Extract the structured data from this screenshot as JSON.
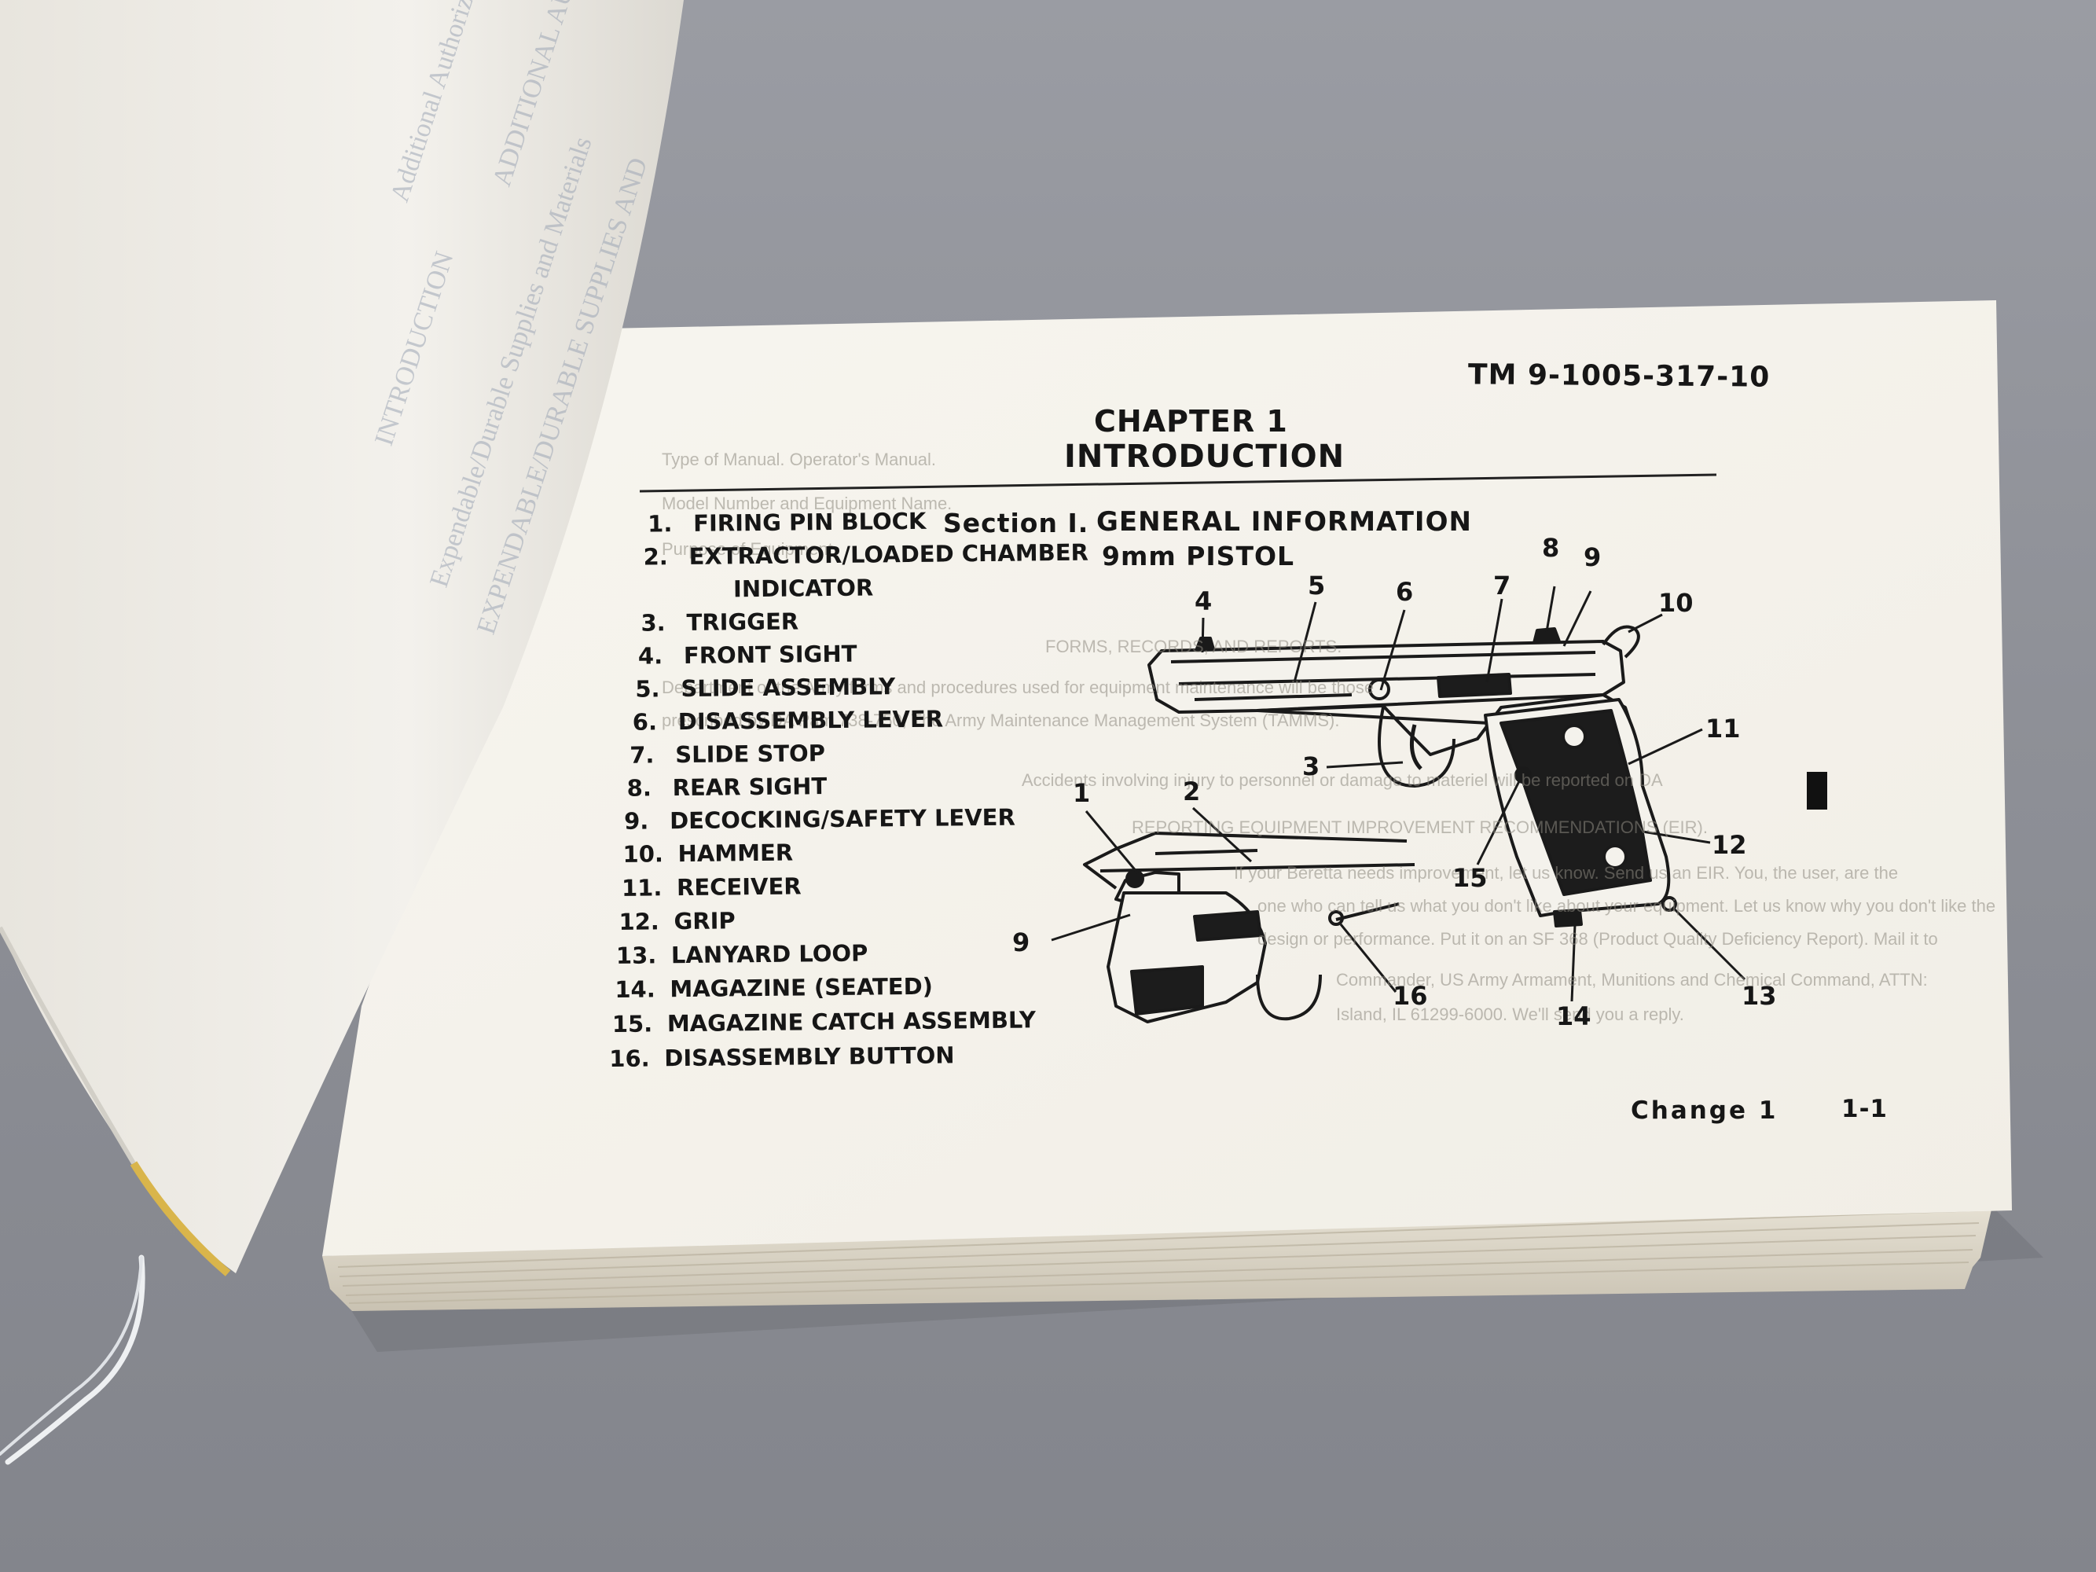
{
  "manual": {
    "doc_id": "TM 9-1005-317-10",
    "chapter": "CHAPTER 1",
    "chapter_title": "INTRODUCTION",
    "section_label": "Section I.",
    "section_title": "GENERAL INFORMATION",
    "weapon_title": "9mm PISTOL",
    "footer_change": "Change 1",
    "footer_page": "1-1"
  },
  "parts": [
    {
      "num": "1.",
      "name": "FIRING PIN BLOCK"
    },
    {
      "num": "2.",
      "name": "EXTRACTOR/LOADED CHAMBER"
    },
    {
      "num": "",
      "name": "INDICATOR"
    },
    {
      "num": "3.",
      "name": "TRIGGER"
    },
    {
      "num": "4.",
      "name": "FRONT SIGHT"
    },
    {
      "num": "5.",
      "name": "SLIDE ASSEMBLY"
    },
    {
      "num": "6.",
      "name": "DISASSEMBLY LEVER"
    },
    {
      "num": "7.",
      "name": "SLIDE STOP"
    },
    {
      "num": "8.",
      "name": "REAR SIGHT"
    },
    {
      "num": "9.",
      "name": "DECOCKING/SAFETY LEVER"
    },
    {
      "num": "10.",
      "name": "HAMMER"
    },
    {
      "num": "11.",
      "name": "RECEIVER"
    },
    {
      "num": "12.",
      "name": "GRIP"
    },
    {
      "num": "13.",
      "name": "LANYARD LOOP"
    },
    {
      "num": "14.",
      "name": "MAGAZINE (SEATED)"
    },
    {
      "num": "15.",
      "name": "MAGAZINE CATCH ASSEMBLY"
    },
    {
      "num": "16.",
      "name": "DISASSEMBLY BUTTON"
    }
  ],
  "callouts": [
    "1",
    "2",
    "3",
    "4",
    "5",
    "6",
    "7",
    "8",
    "9",
    "10",
    "11",
    "12",
    "13",
    "14",
    "15",
    "16",
    "9"
  ],
  "bleed_through": [
    "Type of Manual. Operator's Manual.",
    "Model Number and Equipment Name.",
    "Purpose of Equipment.",
    "FORMS, RECORDS, AND REPORTS.",
    "Department of the Army forms and procedures used for equipment maintenance will be those",
    "prescribed by DA Pam 738-750, The Army Maintenance Management System (TAMMS).",
    "Accidents involving injury to personnel or damage to materiel will be reported on DA",
    "REPORTING EQUIPMENT IMPROVEMENT RECOMMENDATIONS (EIR).",
    "If your Beretta needs improvement, let us know. Send us an EIR. You, the user, are the",
    "one who can tell us what you don't like about your equipment. Let us know why you don't like the",
    "design or performance. Put it on an SF 368 (Product Quality Deficiency Report). Mail it to",
    "Commander, US Army Armament, Munitions and Chemical Command, ATTN:",
    "Island, IL 61299-6000. We'll send you a reply."
  ],
  "left_page_bleed": [
    "INTRODUCTION",
    "Expendable/Durable Supplies and Materials",
    "EXPENDABLE/DURABLE SUPPLIES AND",
    "Additional Authorization List",
    "ADDITIONAL AUTHORIZATION"
  ],
  "colors": {
    "background": "#8e9097",
    "page": "#f6f3ec",
    "ink": "#161616",
    "grip_black": "#1c1c1c"
  }
}
